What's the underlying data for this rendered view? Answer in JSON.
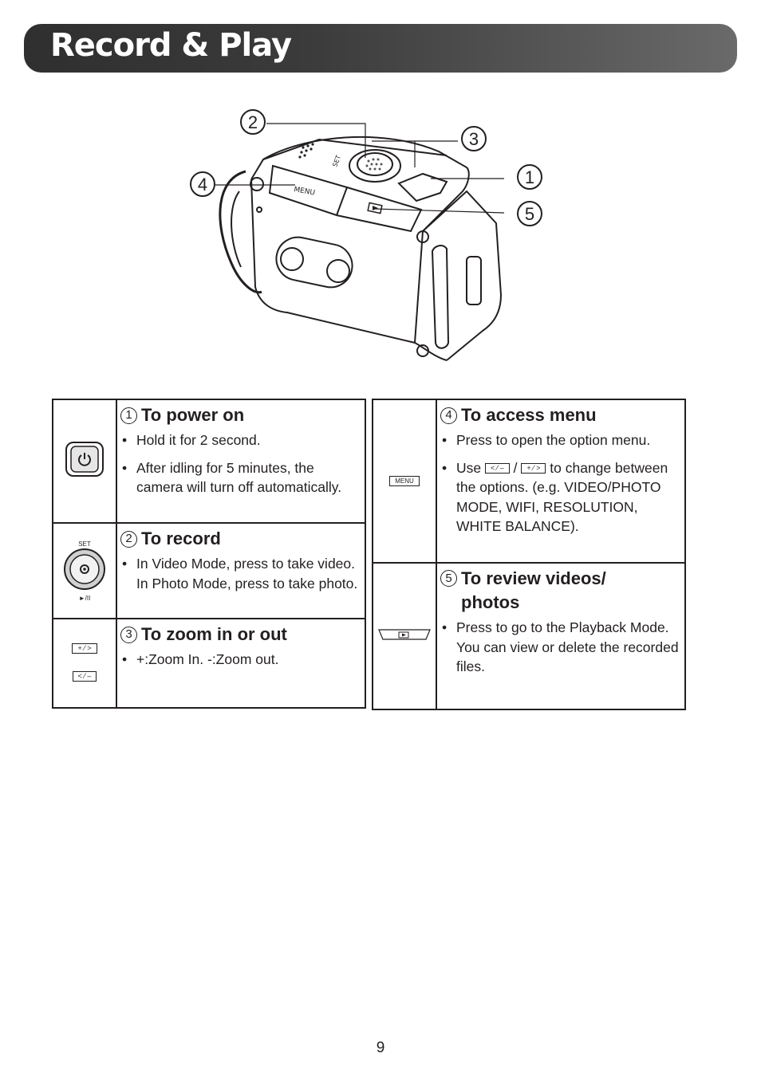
{
  "page": {
    "title": "Record & Play",
    "number": "9"
  },
  "diagram": {
    "callouts": [
      "2",
      "3",
      "4",
      "1",
      "5"
    ],
    "labels": {
      "menu": "MENU",
      "set": "SET"
    }
  },
  "items": [
    {
      "num": "1",
      "title": "To power on",
      "bullets": [
        "Hold  it for 2 second.",
        "After idling for 5 minutes, the camera will turn off automatically."
      ]
    },
    {
      "num": "2",
      "title": "To record",
      "icon_top": "SET",
      "icon_bottom": "►/II",
      "bullets": [
        "In Video Mode, press to take video. In Photo Mode, press to take photo."
      ]
    },
    {
      "num": "3",
      "title": "To zoom in or out",
      "key_plus": "+ ⁄ >",
      "key_minus": "< ⁄ –",
      "bullets": [
        "+:Zoom In.  -:Zoom out."
      ]
    },
    {
      "num": "4",
      "title": "To access menu",
      "icon_label": "MENU",
      "bullets": [
        "Press to open the option menu."
      ],
      "use_prefix": "Use",
      "use_sep": "/",
      "use_key1": "< ⁄ –",
      "use_key2": "+ ⁄ >",
      "use_suffix": "to change between the options. (e.g. VIDEO/PHOTO MODE, WIFI, RESOLUTION, WHITE BALANCE)."
    },
    {
      "num": "5",
      "title_line1": "To review videos/",
      "title_line2": "photos",
      "bullets": [
        "Press to go to the Playback Mode. You can view or delete the recorded files."
      ]
    }
  ]
}
